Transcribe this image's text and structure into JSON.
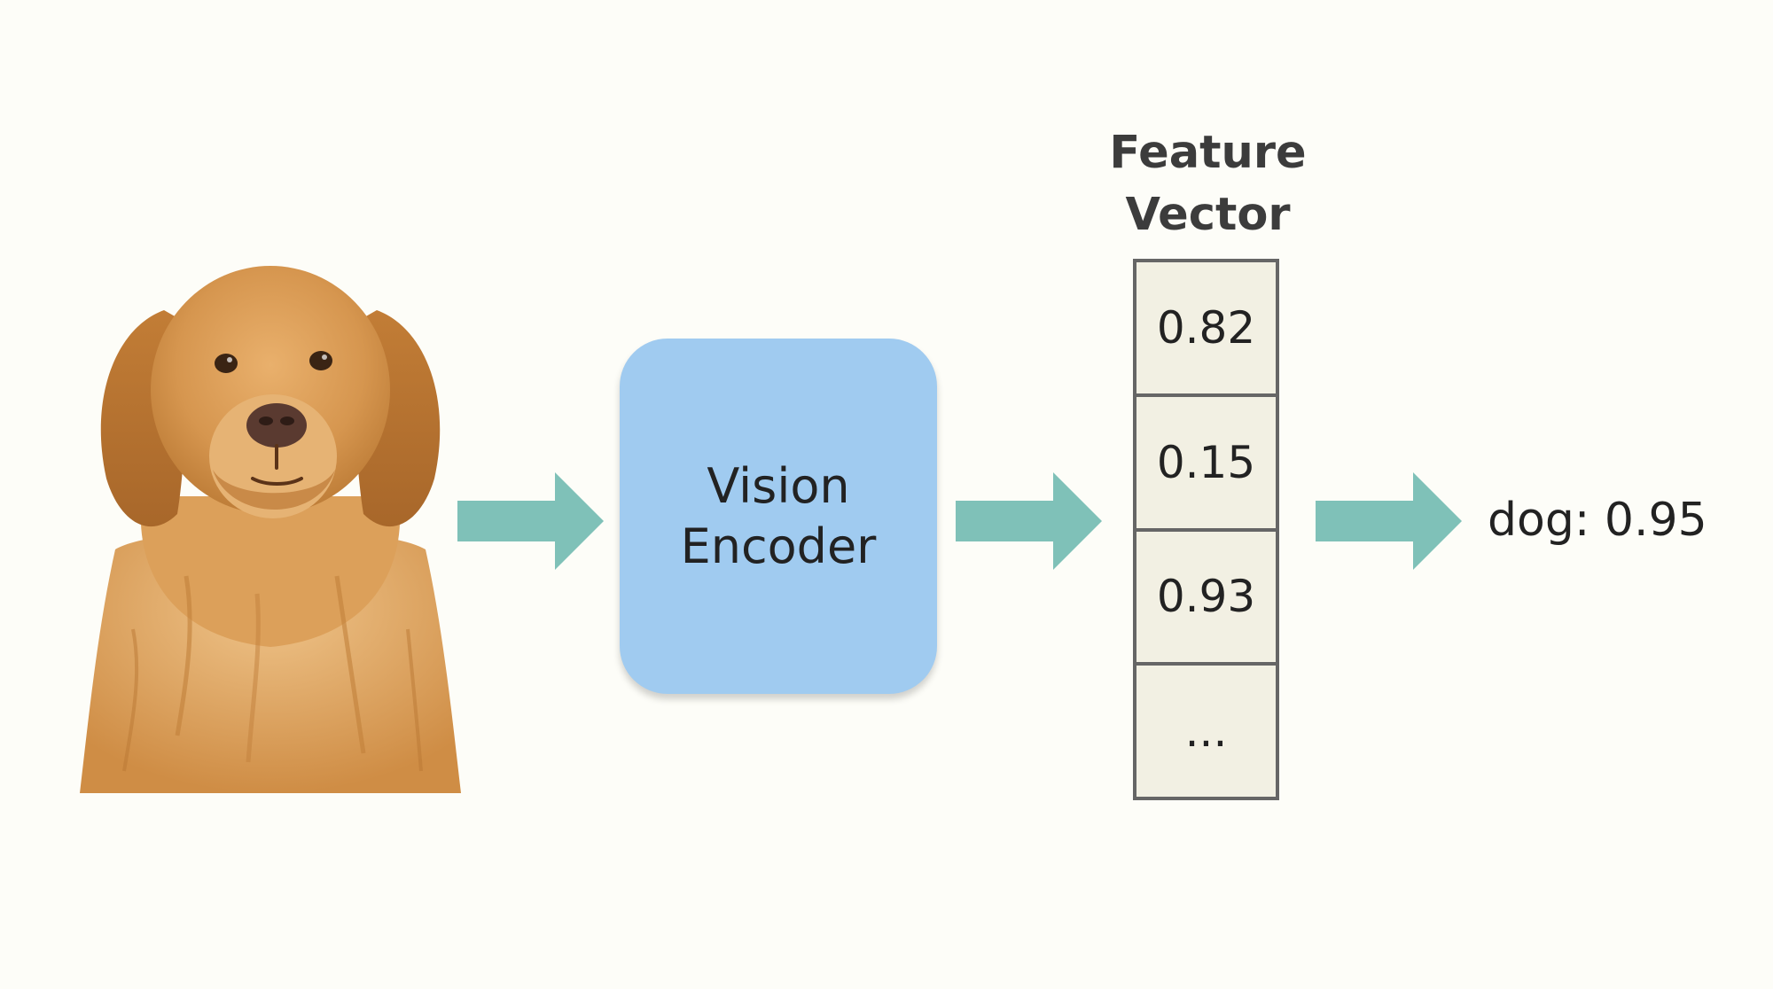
{
  "colors": {
    "background": "#fdfdf8",
    "arrow": "#7fc1b8",
    "encoder_fill": "#a0cbf0",
    "vector_fill": "#f2f0e3",
    "vector_border": "#666666",
    "text": "#222222"
  },
  "input": {
    "icon": "golden-retriever-image"
  },
  "encoder": {
    "line1": "Vision",
    "line2": "Encoder"
  },
  "feature_vector": {
    "title_line1": "Feature",
    "title_line2": "Vector",
    "values": [
      "0.82",
      "0.15",
      "0.93",
      "..."
    ]
  },
  "output": {
    "label": "dog: 0.95"
  }
}
